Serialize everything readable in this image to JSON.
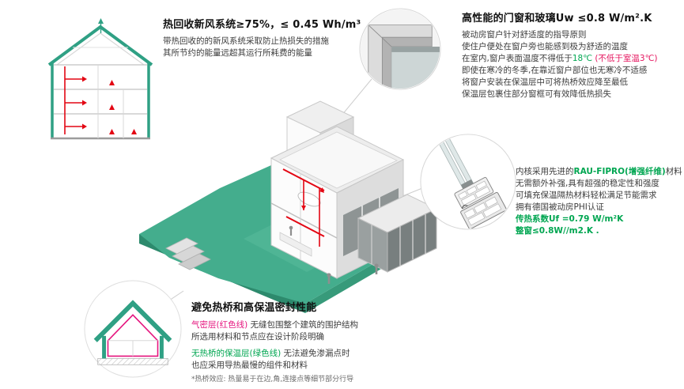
{
  "colors": {
    "platform_teal": "#44ad8d",
    "accent_green": "#00a651",
    "accent_magenta": "#e5147e",
    "duct_red": "#e30613",
    "title_text": "#111111",
    "body_text": "#3d3d3d"
  },
  "ventilation": {
    "title": "热回收新风系统≥75%，≤ 0.45 Wh/m³",
    "body1": "带热回收的的新风系统采取防止热损失的措施",
    "body2": "其所节约的能量远超其运行所耗费的能量"
  },
  "windows": {
    "title": "高性能的门窗和玻璃Uw ≤0.8 W/m².K",
    "line1": "被动房窗户针对舒适度的指导原则",
    "line2": "使住户便处在窗户旁也能感到极为舒适的温度",
    "line3_pre": "在室内,窗户表面温度不得低于",
    "line3_temp": "18℃",
    "line3_red": " (不低于室温3℃)",
    "line4": "即使在寒冷的冬季,在靠近窗户部位也无寒冷不适感",
    "line5": "将窗户安装在保温层中可将热桥效应降至最低",
    "line6": "保温层包裹住部分窗框可有效降低热损失"
  },
  "material": {
    "line1_pre": "内核采用先进的",
    "line1_accent": "RAU-FIPRO(增强纤维)",
    "line1_suf": "材料",
    "line2": "无需额外补强,具有超强的稳定性和强度",
    "line3": "可填充保温隔热材料轻松满足节能需求",
    "line4": "拥有德国被动房PHI认证",
    "line5": "传热系数Uf =0.79 W/m²K",
    "line6": "整窗≤0.8W//m2.K ."
  },
  "thermal": {
    "title": "避免热桥和高保温密封性能",
    "airtight_label": "气密层(红色线)",
    "airtight_text1": " 无缝包围整个建筑的围护结构",
    "airtight_text2": "所选用材料和节点应在设计阶段明确",
    "insulation_label": "无热桥的保温层(绿色线)",
    "insulation_text1": " 无法避免渗漏点时",
    "insulation_text2": "也应采用导热最慢的组件和材料",
    "footnote": "*热桥效应: 热量易于在边,角,连接点等细节部分行导"
  }
}
